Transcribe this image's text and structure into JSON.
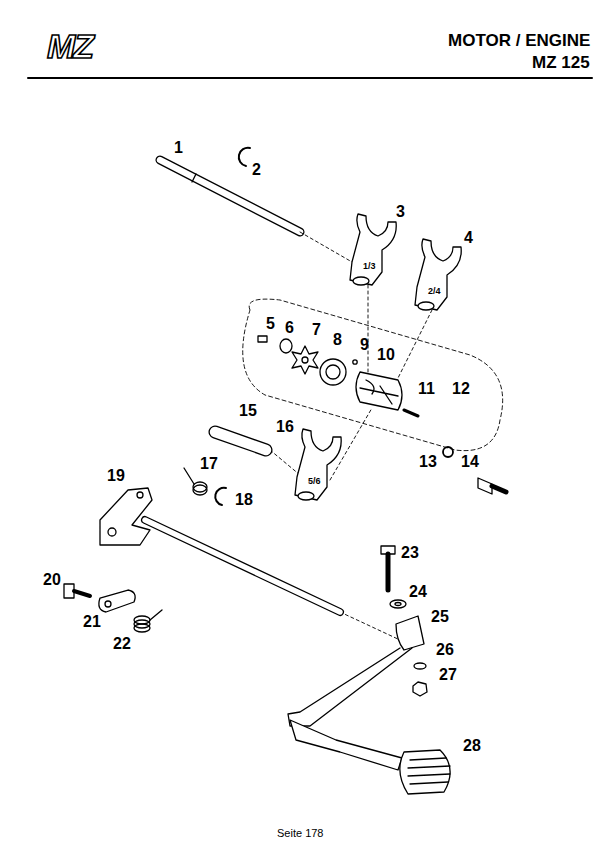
{
  "diagram": {
    "title": "MOTOR / ENGINE",
    "labels": [
      "MZ",
      "MZ 125",
      "1",
      "2",
      "3",
      "4",
      "5",
      "6",
      "7",
      "8",
      "9",
      "10",
      "11",
      "12",
      "13",
      "14",
      "15",
      "16",
      "17",
      "18",
      "19",
      "20",
      "21",
      "22",
      "23",
      "24",
      "25",
      "26",
      "27",
      "28",
      "1/3",
      "2/4",
      "5/6",
      "Seite 178"
    ]
  }
}
